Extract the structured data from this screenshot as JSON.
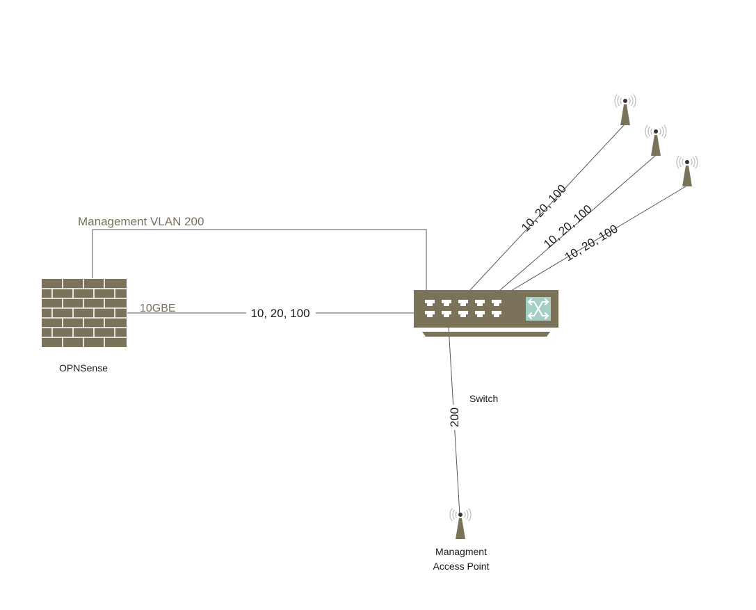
{
  "colors": {
    "device": "#7a7259",
    "line": "#555555",
    "brown_text": "#7a6f5a",
    "switch_icon_bg": "#a3cfc4"
  },
  "labels": {
    "management_vlan": "Management VLAN 200",
    "uplink_type": "10GBE",
    "trunk_vlans": "10, 20, 100",
    "mgmt_vlan_ap": "200",
    "firewall_name": "OPNSense",
    "switch_name": "Switch",
    "mgmt_ap_line1": "Managment",
    "mgmt_ap_line2": "Access Point"
  },
  "access_points": [
    {
      "vlans": "10, 20, 100"
    },
    {
      "vlans": "10, 20, 100"
    },
    {
      "vlans": "10, 20, 100"
    }
  ],
  "icons": {
    "firewall": "brick-wall-icon",
    "switch": "network-switch-icon",
    "access_point": "antenna-tower-icon"
  }
}
